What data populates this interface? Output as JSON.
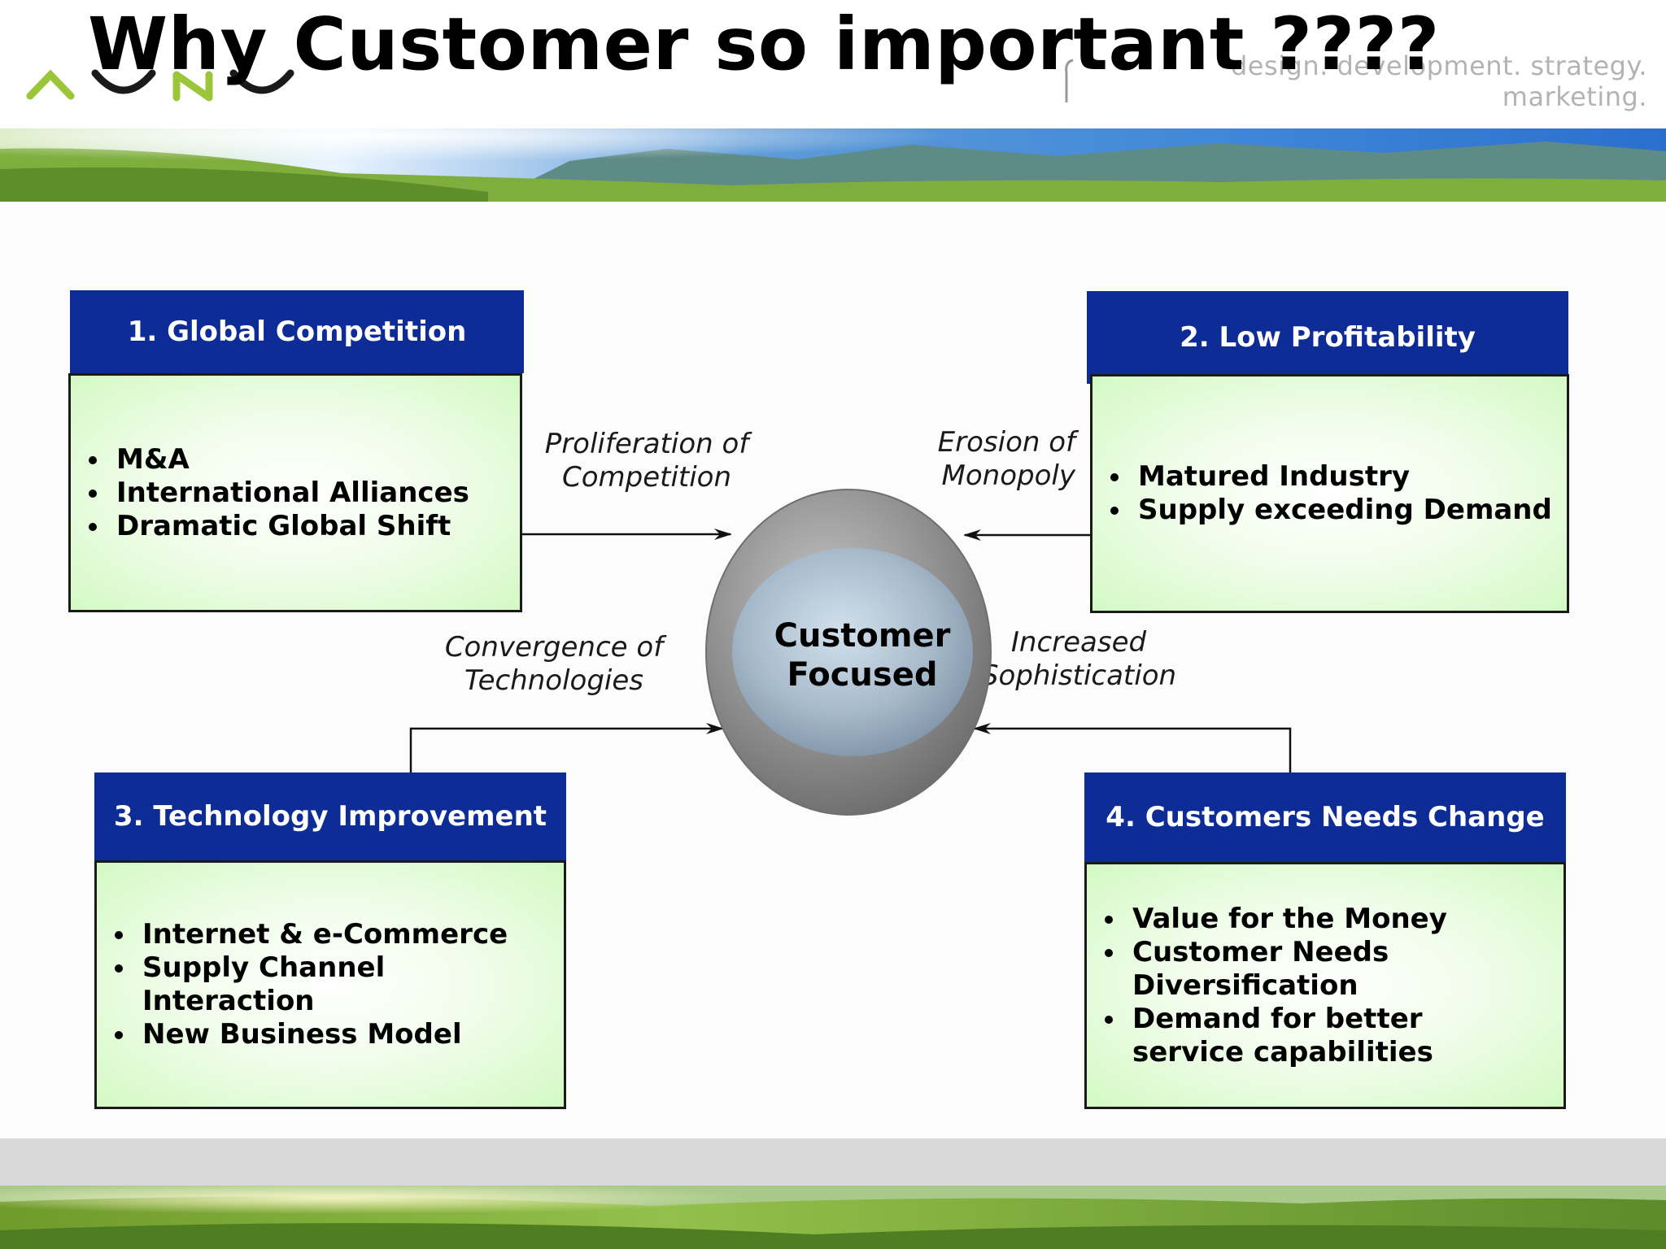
{
  "header": {
    "title": "Why Customer so important ????",
    "tagline": "design. development. strategy. marketing."
  },
  "colors": {
    "box_header": "#0e2c96",
    "box_fill": "#d3f9c4",
    "hub_outer": "#8c8c8c",
    "hub_inner": "#9fb1c1",
    "logo_green": "#9cc63a"
  },
  "diagram": {
    "hub": {
      "label": "Customer Focused"
    },
    "boxes": [
      {
        "title": "1. Global Competition",
        "items": [
          "M&A",
          "International Alliances",
          "Dramatic Global Shift"
        ]
      },
      {
        "title": "2. Low Profitability",
        "items": [
          "Matured Industry",
          "Supply exceeding Demand"
        ]
      },
      {
        "title": "3. Technology Improvement",
        "items": [
          "Internet & e-Commerce",
          "Supply Channel Interaction",
          "New Business Model"
        ]
      },
      {
        "title": "4. Customers Needs Change",
        "items": [
          "Value for the Money",
          "Customer Needs Diversification",
          "Demand for better service capabilities"
        ]
      }
    ],
    "edge_labels": [
      {
        "line1": "Proliferation of",
        "line2": "Competition"
      },
      {
        "line1": "Erosion of",
        "line2": "Monopoly"
      },
      {
        "line1": "Convergence of",
        "line2": "Technologies"
      },
      {
        "line1": "Increased",
        "line2": "Sophistication"
      }
    ]
  }
}
